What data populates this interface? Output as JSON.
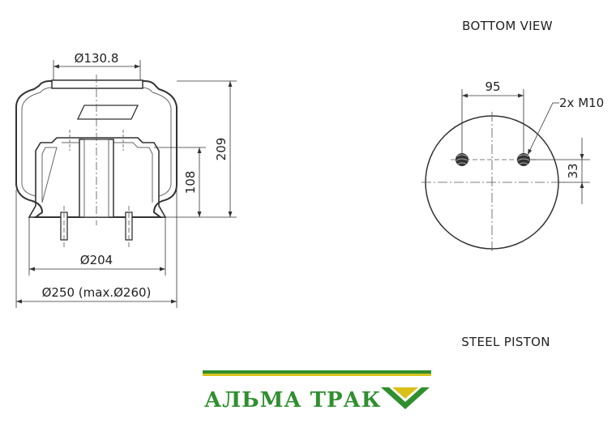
{
  "labels": {
    "bottom_view": "BOTTOM VIEW",
    "steel_piston": "STEEL PISTON"
  },
  "dimensions": {
    "top_diameter": "Ø130.8",
    "height_total": "209",
    "height_piston": "108",
    "piston_diameter": "Ø204",
    "outer_diameter": "Ø250 (max.Ø260)",
    "bolt_spacing": "95",
    "bolt_spec": "2x M10",
    "bolt_offset": "33"
  },
  "brand": {
    "name": "АЛЬМА ТРАК",
    "green": "#2f8f2f",
    "yellow": "#d8c21a",
    "logo_icon": "check-chevron-icon"
  }
}
